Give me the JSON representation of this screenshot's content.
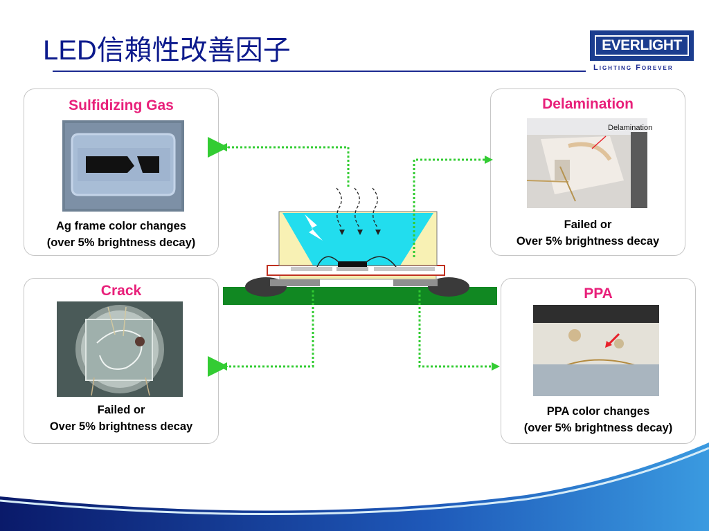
{
  "slide": {
    "title": "LED信賴性改善因子",
    "logo": {
      "brand": "EVERLIGHT",
      "tagline": "Lighting   Forever",
      "brand_color": "#1b3d8f"
    },
    "accent_color": "#e8207a",
    "arrow_color": "#33cc33"
  },
  "panels": {
    "sulfidizing": {
      "title": "Sulfidizing Gas",
      "caption_line1": "Ag frame color changes",
      "caption_line2": "(over 5% brightness decay)"
    },
    "delamination": {
      "title": "Delamination",
      "photo_label": "Delamination",
      "caption_line1": "Failed or",
      "caption_line2": "Over 5% brightness decay"
    },
    "crack": {
      "title": "Crack",
      "caption_line1": "Failed or",
      "caption_line2": "Over 5% brightness decay"
    },
    "ppa": {
      "title": "PPA",
      "caption_line1": "PPA color changes",
      "caption_line2": "(over 5% brightness decay)"
    }
  }
}
